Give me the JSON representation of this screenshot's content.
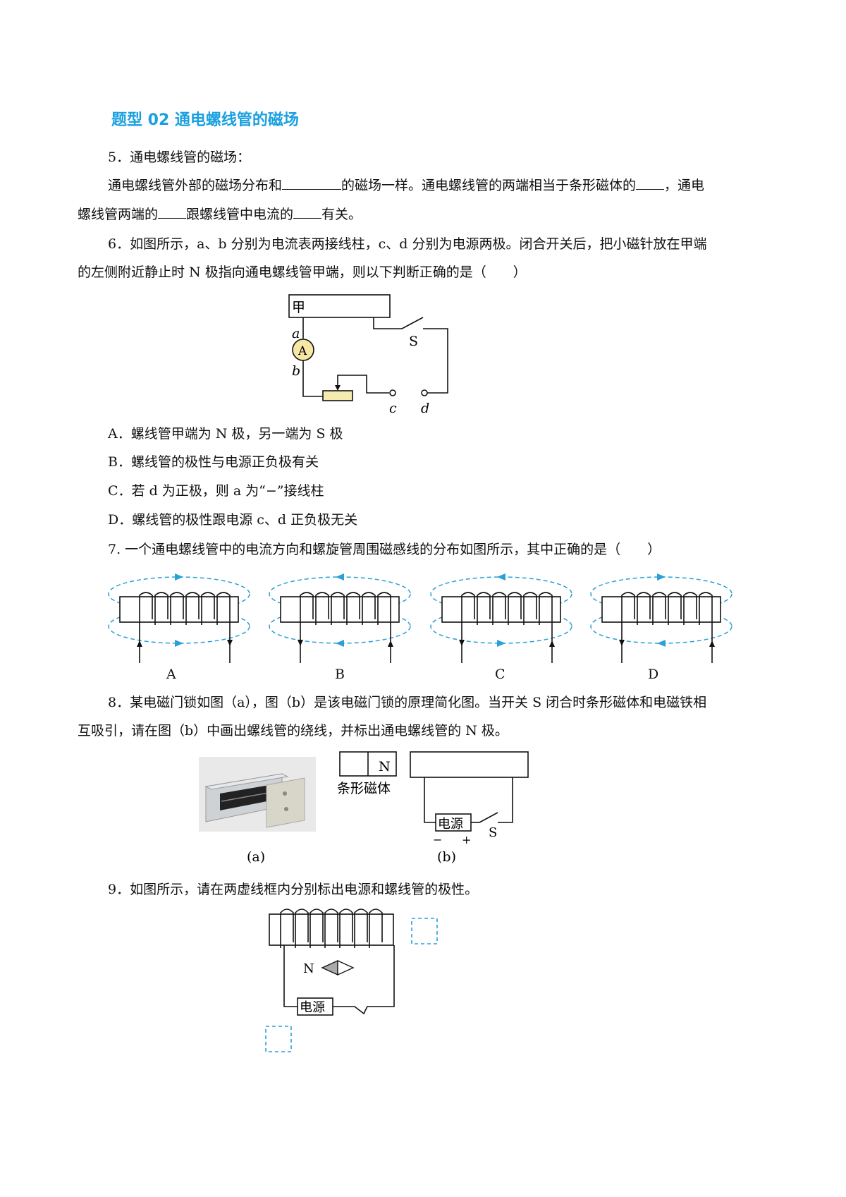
{
  "heading": "题型 02  通电螺线管的磁场",
  "q5": {
    "title": "5．通电螺线管的磁场：",
    "l1a": "通电螺线管外部的磁场分布和",
    "l1b": "的磁场一样。通电螺线管的两端相当于条形磁体的",
    "l1c": "，通电",
    "l2a": "螺线管两端的",
    "l2b": "跟螺线管中电流的",
    "l2c": "有关。"
  },
  "q6": {
    "line1": "6．如图所示，a、b 分别为电流表两接线柱，c、d 分别为电源两极。闭合开关后，把小磁针放在甲端",
    "line2": "的左侧附近静止时 N 极指向通电螺线管甲端，则以下判断正确的是（　　）",
    "figure": {
      "jia": "甲",
      "a": "a",
      "b": "b",
      "ammeter": "A",
      "switch": "S",
      "c": "c",
      "d": "d"
    },
    "options": [
      "A．螺线管甲端为 N 极，另一端为 S 极",
      "B．螺线管的极性与电源正负极有关",
      "C．若 d 为正极，则 a 为“−”接线柱",
      "D．螺线管的极性跟电源 c、d 正负极无关"
    ]
  },
  "q7": {
    "line1": "7. 一个通电螺线管中的电流方向和螺旋管周围磁感线的分布如图所示，其中正确的是（　　）",
    "labels": [
      "A",
      "B",
      "C",
      "D"
    ]
  },
  "q8": {
    "line1": "8．某电磁门锁如图（a），图（b）是该电磁门锁的原理简化图。当开关 S 闭合时条形磁体和电磁铁相",
    "line2": "互吸引，请在图（b）中画出螺线管的绕线，并标出通电螺线管的 N 极。",
    "magnet_N": "N",
    "magnet_label": "条形磁体",
    "power": "电源",
    "minus": "−",
    "plus": "+",
    "switch": "S",
    "cap_a": "(a)",
    "cap_b": "(b)"
  },
  "q9": {
    "line1": "9．如图所示，请在两虚线框内分别标出电源和螺线管的极性。",
    "needle_N": "N",
    "power": "电源"
  },
  "colors": {
    "heading": "#1aa0e0",
    "field_lines": "#2a9fd8",
    "ammeter": "#f7e7a4",
    "rheostat": "#f5eab0"
  }
}
